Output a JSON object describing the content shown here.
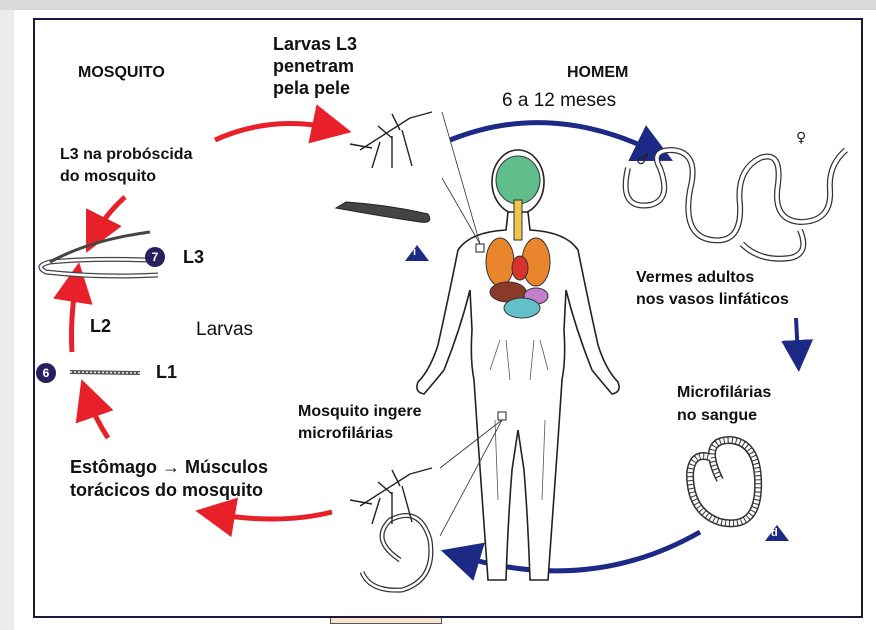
{
  "labels": {
    "mosquito": "MOSQUITO",
    "homem": "HOMEM",
    "larvas_l3_line1": "Larvas L3",
    "larvas_l3_line2": "penetram",
    "larvas_l3_line3": "pela pele",
    "period": "6 a 12 meses",
    "l3_proboscis_line1": "L3 na probóscida",
    "l3_proboscis_line2": "do mosquito",
    "l3": "L3",
    "l2": "L2",
    "l1": "L1",
    "larvas": "Larvas",
    "vermes_line1": "Vermes adultos",
    "vermes_line2": "nos vasos linfáticos",
    "microfilarias_line1": "Microfilárias",
    "microfilarias_line2": "no sangue",
    "ingere_line1": "Mosquito ingere",
    "ingere_line2": "microfilárias",
    "estomago_line1": "Estômago → Músculos",
    "estomago_line2": "torácicos do mosquito"
  },
  "badges": {
    "stage7": "7",
    "stage6": "6",
    "infective_marker": "i",
    "diagnostic_marker": "d"
  },
  "colors": {
    "mosquito_arrow": "#e8202a",
    "human_arrow": "#1c2a86",
    "badge": "#2a1f5e",
    "skin_box": "#f7e3cf"
  }
}
